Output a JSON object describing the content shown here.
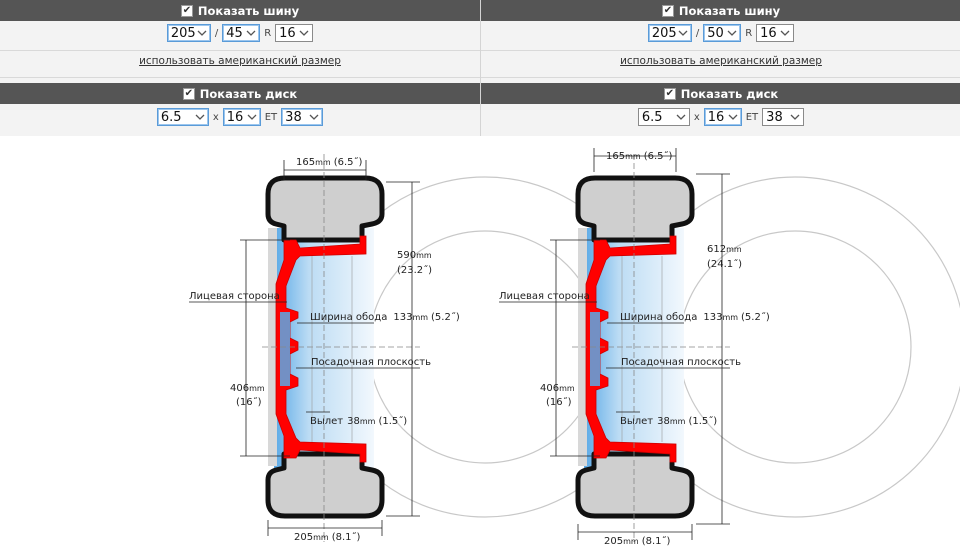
{
  "left": {
    "tire": {
      "show_label": "Показать шину",
      "checked": true,
      "width": "205",
      "slash": "/",
      "profile": "45",
      "r_label": "R",
      "diameter": "16"
    },
    "american_link": "использовать американский размер",
    "disk": {
      "show_label": "Показать диск",
      "checked": true,
      "width": "6.5",
      "x_label": "x",
      "diameter": "16",
      "et_label": "ET",
      "et": "38"
    },
    "diagram": {
      "top_width_value": "165",
      "top_width_unit": "mm",
      "top_width_inch": "(6.5˝)",
      "outer_diameter_value": "590",
      "outer_diameter_unit": "mm",
      "outer_diameter_inch": "(23.2˝)",
      "face_label": "Лицевая сторона",
      "rim_width_label": "Ширина обода",
      "rim_width_value": "133",
      "rim_width_unit": "mm",
      "rim_width_inch": "(5.2˝)",
      "mount_plane_label": "Посадочная плоскость",
      "rim_diameter_value": "406",
      "rim_diameter_unit": "mm",
      "rim_diameter_inch": "(16˝)",
      "offset_label": "Вылет",
      "offset_value": "38",
      "offset_unit": "mm",
      "offset_inch": "(1.5˝)",
      "bottom_width_value": "205",
      "bottom_width_unit": "mm",
      "bottom_width_inch": "(8.1˝)"
    }
  },
  "right": {
    "tire": {
      "show_label": "Показать шину",
      "checked": true,
      "width": "205",
      "slash": "/",
      "profile": "50",
      "r_label": "R",
      "diameter": "16"
    },
    "american_link": "использовать американский размер",
    "disk": {
      "show_label": "Показать диск",
      "checked": true,
      "width": "6.5",
      "x_label": "x",
      "diameter": "16",
      "et_label": "ET",
      "et": "38"
    },
    "diagram": {
      "top_width_value": "165",
      "top_width_unit": "mm",
      "top_width_inch": "(6.5˝)",
      "outer_diameter_value": "612",
      "outer_diameter_unit": "mm",
      "outer_diameter_inch": "(24.1˝)",
      "face_label": "Лицевая сторона",
      "rim_width_label": "Ширина обода",
      "rim_width_value": "133",
      "rim_width_unit": "mm",
      "rim_width_inch": "(5.2˝)",
      "mount_plane_label": "Посадочная плоскость",
      "rim_diameter_value": "406",
      "rim_diameter_unit": "mm",
      "rim_diameter_inch": "(16˝)",
      "offset_label": "Вылет",
      "offset_value": "38",
      "offset_unit": "mm",
      "offset_inch": "(1.5˝)",
      "bottom_width_value": "205",
      "bottom_width_unit": "mm",
      "bottom_width_inch": "(8.1˝)"
    }
  },
  "icons": {
    "checkbox": "checkmark-icon",
    "dropdown": "chevron-down-icon"
  },
  "colors": {
    "header_bar": "#555555",
    "rim": "#ff0000",
    "hub_blue": "#5aa9e6",
    "tire": "#111111",
    "tire_fill": "#cfcfcf",
    "focus_border": "#5a9bd8"
  }
}
